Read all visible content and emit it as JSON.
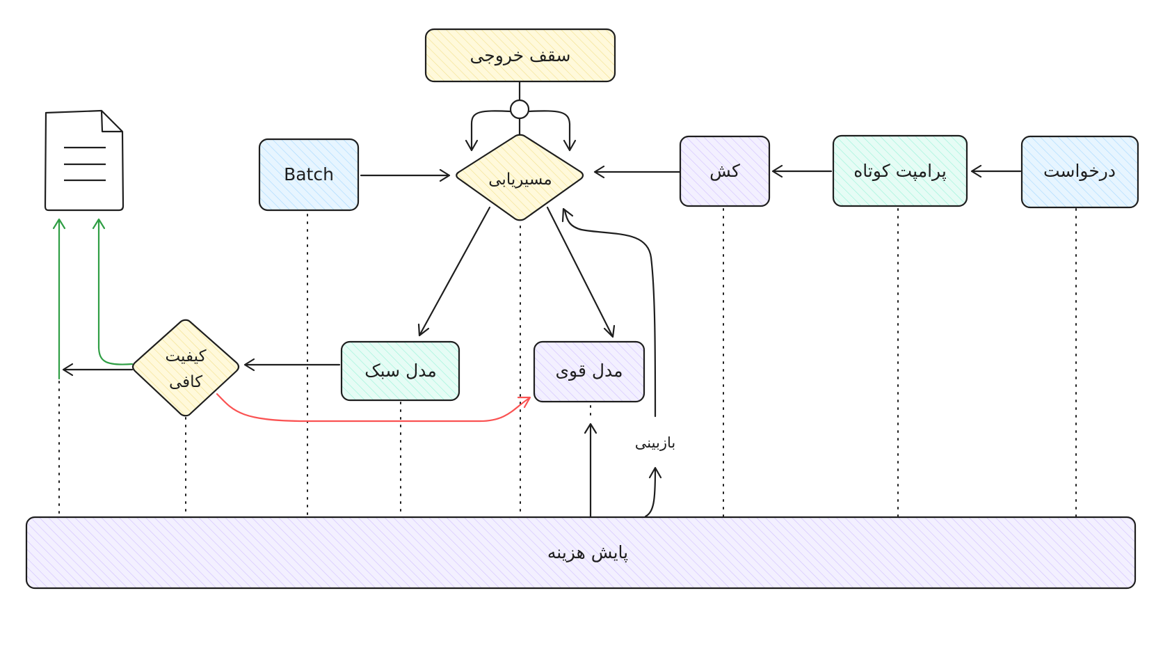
{
  "colors": {
    "yellow": "#fff9db",
    "blue": "#e7f5ff",
    "green": "#e6fcf5",
    "purple": "#f3f0ff",
    "stroke": "#1e1e1e",
    "green_arrow": "#2f9e44",
    "red_arrow": "#fa5252"
  },
  "nodes": {
    "output_cap": "سقف خروجی",
    "batch": "Batch",
    "routing": "مسیریابی",
    "cache": "کش",
    "short_prompt": "پرامپت کوتاه",
    "request": "درخواست",
    "light_model": "مدل سبک",
    "strong_model": "مدل قوی",
    "quality_line1": "کیفیت",
    "quality_line2": "کافی",
    "cost_monitoring": "پایش هزینه"
  },
  "labels": {
    "review": "بازبینی"
  },
  "icons": {
    "output_document": "document-icon"
  }
}
